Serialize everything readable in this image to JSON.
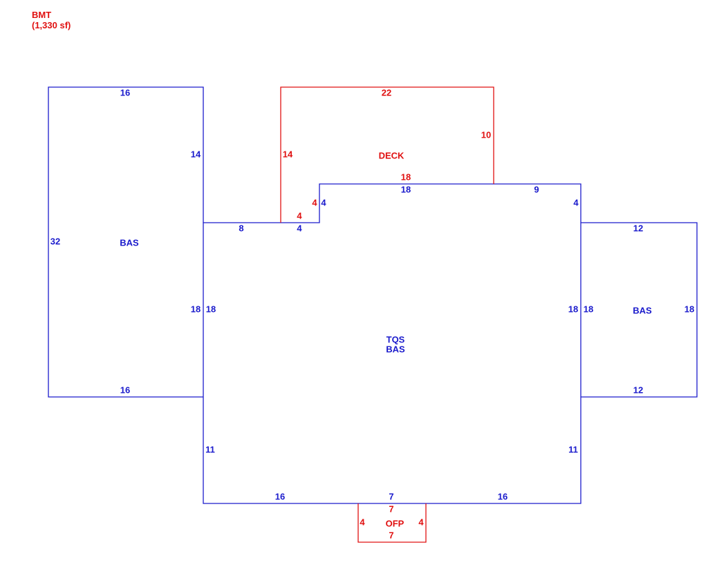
{
  "header": {
    "title": "BMT",
    "area": "(1,330 sf)"
  },
  "colors": {
    "blue": "#1a1acc",
    "red": "#e01010",
    "background": "#ffffff"
  },
  "areas": {
    "left_bas": {
      "label": "BAS",
      "dims": {
        "top": "16",
        "bottom": "16",
        "left": "32",
        "right_upper": "14",
        "right_lower": "18"
      }
    },
    "deck": {
      "label": "DECK",
      "dims": {
        "top": "22",
        "left": "14",
        "right": "10",
        "bottom": "18",
        "step_horizontal": "4",
        "step_vertical": "4"
      }
    },
    "main": {
      "label_line1": "TQS",
      "label_line2": "BAS",
      "dims": {
        "top_left": "8",
        "top_step_h": "4",
        "top_step_v": "4",
        "top_mid": "18",
        "top_right": "9",
        "right_step": "4",
        "left_upper": "18",
        "left_lower": "11",
        "right_upper": "18",
        "right_lower": "11",
        "bottom_left": "16",
        "bottom_mid": "7",
        "bottom_right": "16"
      }
    },
    "right_bas": {
      "label": "BAS",
      "dims": {
        "top": "12",
        "bottom": "12",
        "left": "18",
        "right": "18"
      }
    },
    "ofp": {
      "label": "OFP",
      "dims": {
        "top": "7",
        "bottom": "7",
        "left": "4",
        "right": "4"
      }
    }
  }
}
